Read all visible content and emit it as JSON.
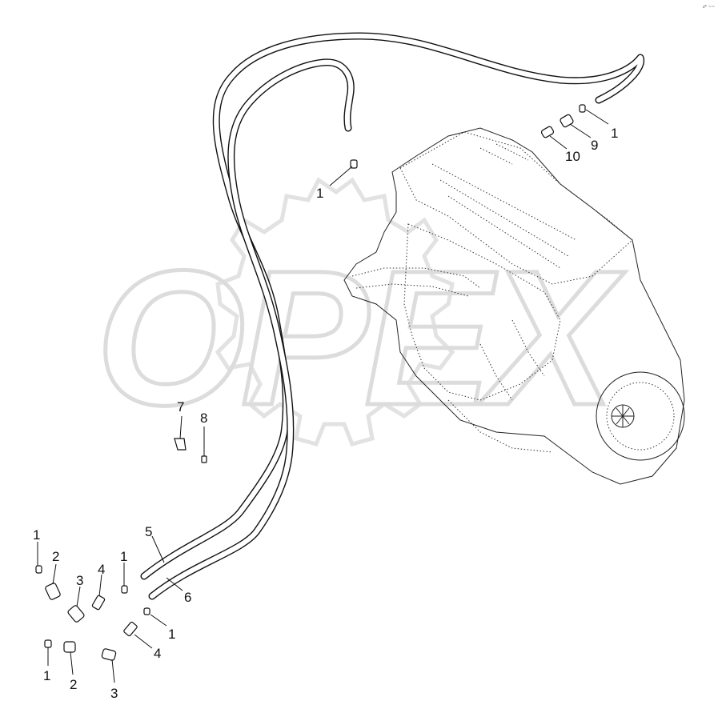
{
  "watermark": {
    "text": "OPEX",
    "color": "#d9d9d9"
  },
  "corner_mark": "z* ~~",
  "hoses": [
    {
      "label": "5"
    },
    {
      "label": "6"
    }
  ],
  "callouts": {
    "c1_top_right": "1",
    "c9": "9",
    "c10": "10",
    "c1_upper": "1",
    "c7": "7",
    "c8": "8",
    "c5": "5",
    "c6": "6",
    "c1_left_a": "1",
    "c2_left_a": "2",
    "c3_left_a": "3",
    "c4_left_a": "4",
    "c1_left_b": "1",
    "c1_left_c": "1",
    "c4_left_b": "4",
    "c1_bottom": "1",
    "c2_bottom": "2",
    "c3_bottom": "3"
  },
  "colors": {
    "line": "#111111",
    "watermark": "#d9d9d9"
  }
}
